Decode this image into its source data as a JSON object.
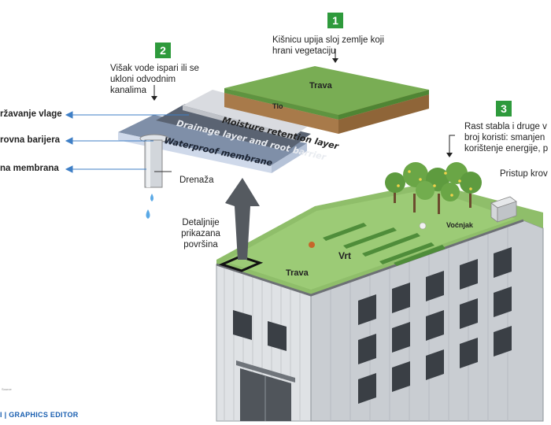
{
  "steps": [
    {
      "number": "1",
      "text": "Kišnicu upija sloj zemlje koji hrani vegetaciju"
    },
    {
      "number": "2",
      "text": "Višak vode ispari ili se ukloni odvodnim kanalima"
    },
    {
      "number": "3",
      "text": "Rast stabla i druge v broj koristi: smanjen korištenje energije, p"
    }
  ],
  "left_labels": {
    "moisture": "ržavanje vlage",
    "barrier": "rovna barijera",
    "membrane": "na membrana"
  },
  "layers": {
    "grass": "Trava",
    "soil": "Tlo",
    "moisture": "Moisture retention layer",
    "drainage": "Drainage layer and root barrier",
    "waterproof": "Waterproof membrane"
  },
  "labels": {
    "drainage": "Drenaža",
    "detail": "Detaljnije prikazana površina",
    "roof_grass": "Trava",
    "garden": "Vrt",
    "orchard": "Voćnjak",
    "roof_access": "Pristup krov"
  },
  "footer": "I  |  GRAPHICS EDITOR",
  "credit": "Source",
  "colors": {
    "step_green": "#2e9a3c",
    "arrow_blue": "#3f7fc6",
    "footer_blue": "#1a5fb0"
  }
}
